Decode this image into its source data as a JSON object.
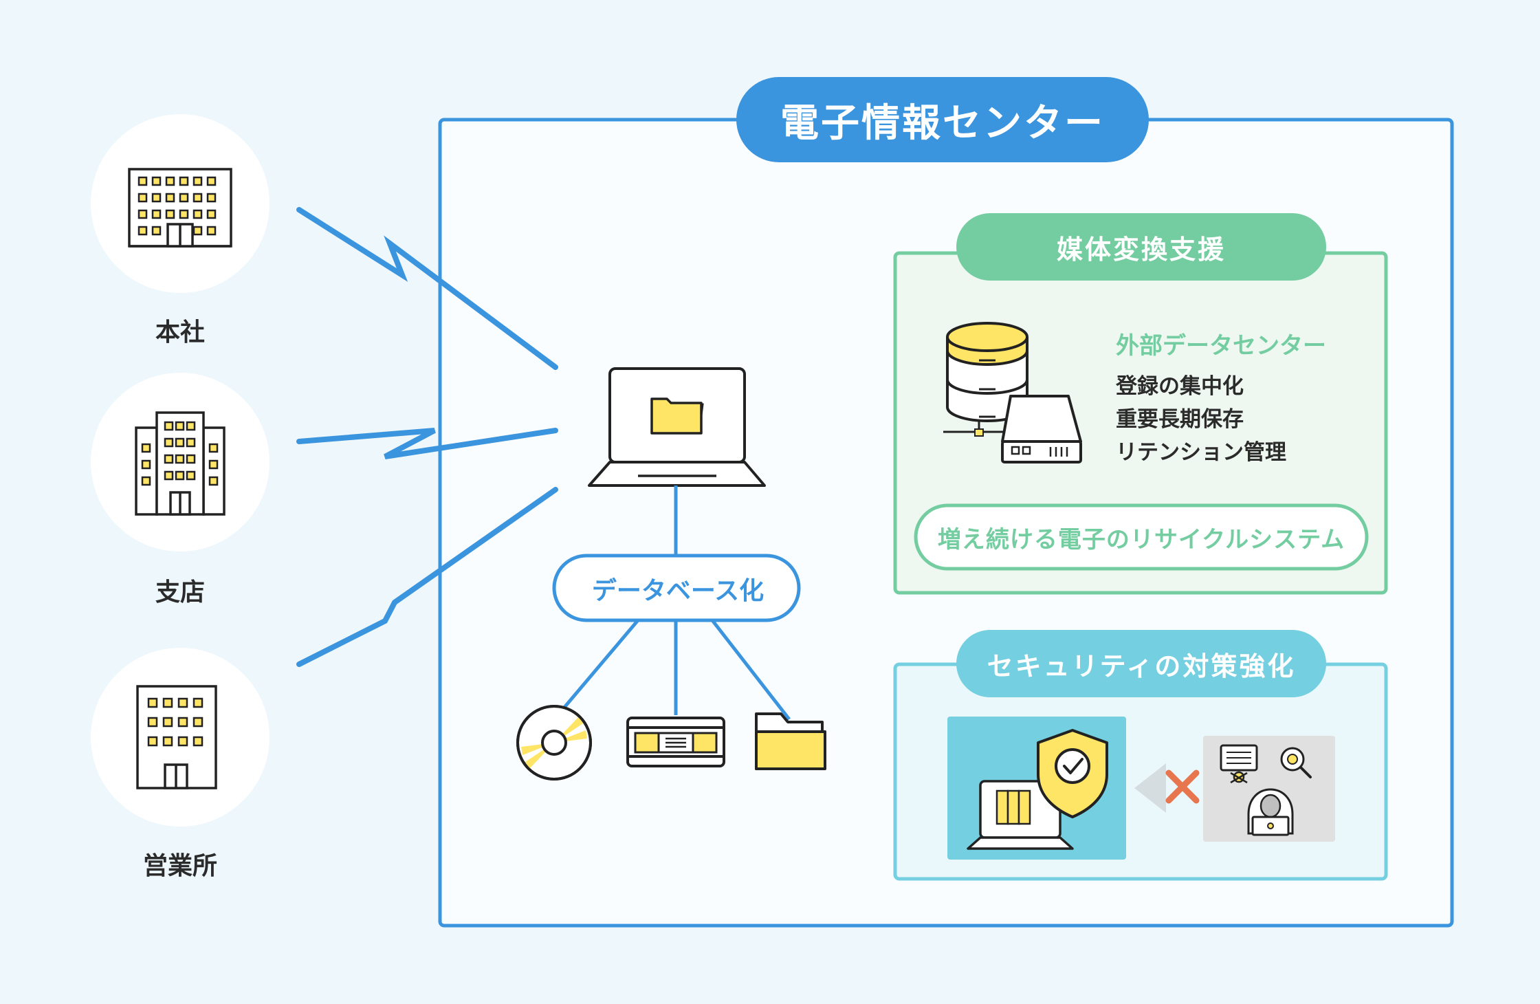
{
  "title": "電子情報センター",
  "sites": [
    {
      "label": "本社",
      "icon": "office-building-icon"
    },
    {
      "label": "支店",
      "icon": "branch-building-icon"
    },
    {
      "label": "営業所",
      "icon": "sales-office-icon"
    }
  ],
  "center": {
    "laptop_icon": "laptop-folder-icon",
    "database_label": "データベース化",
    "media_icons": [
      "cd-disc-icon",
      "vhs-tape-icon",
      "folder-icon"
    ]
  },
  "media_conversion": {
    "title": "媒体変換支援",
    "datacenter_title": "外部データセンター",
    "items": [
      "登録の集中化",
      "重要長期保存",
      "リテンション管理"
    ],
    "recycle_label": "増え続ける電子のリサイクルシステム"
  },
  "security": {
    "title": "セキュリティの対策強化",
    "icons": [
      "shield-check-icon",
      "blocked-x-icon",
      "hacker-icon"
    ]
  },
  "colors": {
    "background": "#edf7fc",
    "blue": "#3a94de",
    "green": "#73cda0",
    "light_blue": "#74cfe0",
    "yellow": "#ffe566"
  }
}
